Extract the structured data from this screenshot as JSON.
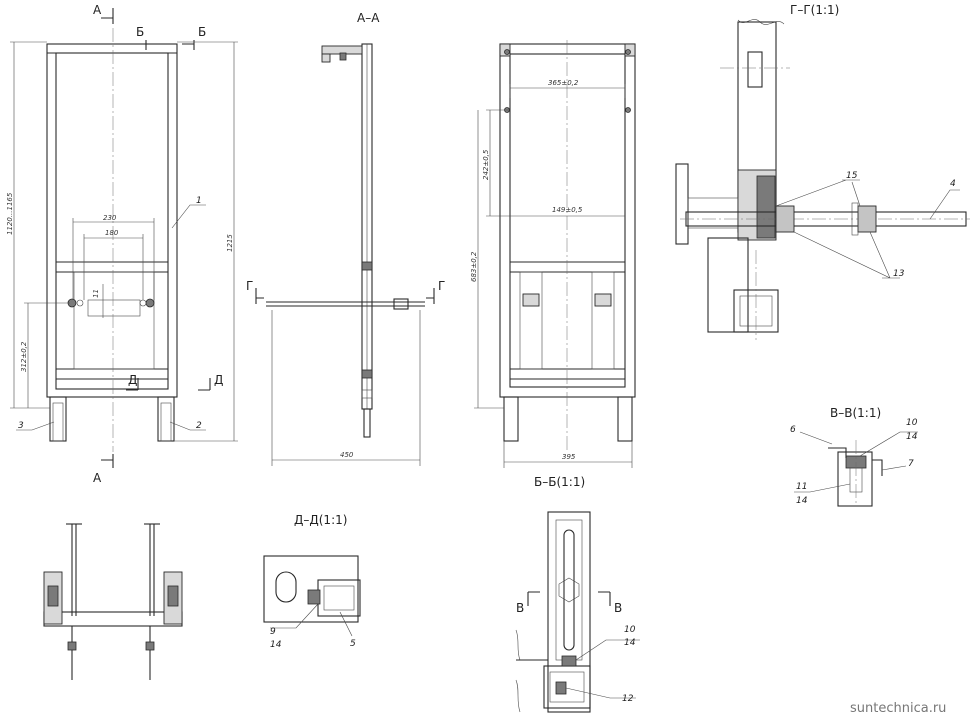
{
  "views": {
    "front": {
      "section_marks": [
        "А",
        "А",
        "Б",
        "Б",
        "Д",
        "Д"
      ],
      "dims": [
        "230",
        "180",
        "11",
        "1120...1165",
        "1215",
        "312±0,2"
      ],
      "callouts": [
        "1",
        "2",
        "3"
      ]
    },
    "side": {
      "title": "А–А",
      "section_marks": [
        "Г",
        "Г"
      ],
      "dims": [
        "450"
      ]
    },
    "back": {
      "dims": [
        "365±0,2",
        "149±0,5",
        "242±0,5",
        "683±0,2",
        "395"
      ]
    },
    "section_g": {
      "title": "Г–Г(1:1)",
      "callouts": [
        "15",
        "4",
        "13"
      ]
    },
    "section_v": {
      "title": "В–В(1:1)",
      "callouts": [
        "6",
        "10",
        "14",
        "7",
        "11",
        "14"
      ]
    },
    "section_d": {
      "title": "Д–Д(1:1)",
      "callouts": [
        "9",
        "14",
        "5"
      ]
    },
    "section_b": {
      "title": "Б–Б(1:1)",
      "section_marks": [
        "В",
        "В"
      ],
      "callouts": [
        "10",
        "14",
        "12"
      ]
    }
  },
  "watermark": "suntechnica.ru"
}
